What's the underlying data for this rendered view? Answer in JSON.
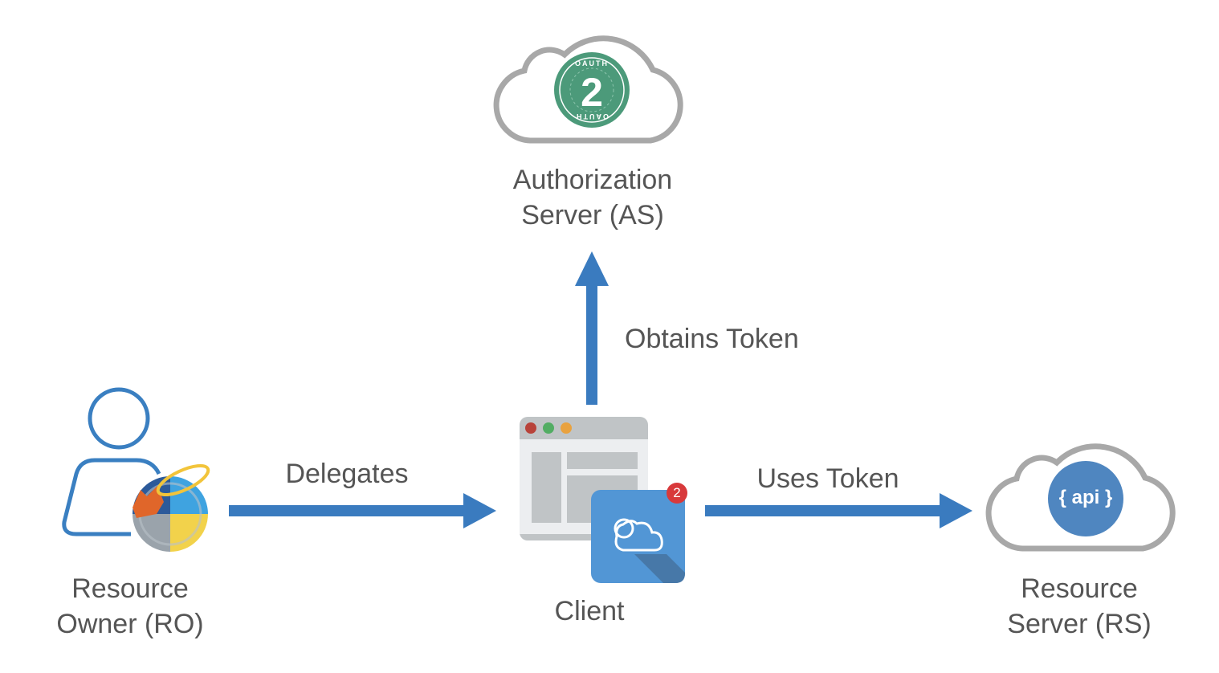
{
  "nodes": {
    "authorization_server": {
      "line1": "Authorization",
      "line2": "Server (AS)",
      "logo_text": "OAUTH",
      "logo_number": "2"
    },
    "resource_owner": {
      "line1": "Resource",
      "line2": "Owner (RO)"
    },
    "client": {
      "label": "Client",
      "badge_count": "2"
    },
    "resource_server": {
      "line1": "Resource",
      "line2": "Server (RS)",
      "logo_text": "{ api }"
    }
  },
  "edges": {
    "delegates": "Delegates",
    "obtains_token": "Obtains Token",
    "uses_token": "Uses Token"
  },
  "colors": {
    "arrow": "#3a7bbf",
    "cloud": "#a8a8a8",
    "oauth_green": "#4c9a7a",
    "api_blue": "#4f86c0",
    "text": "#555555"
  }
}
